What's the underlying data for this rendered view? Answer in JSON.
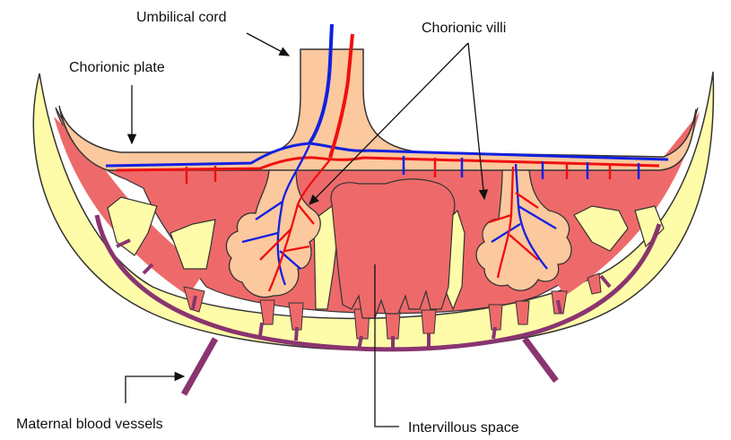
{
  "labels": {
    "umbilical_cord": "Umbilical cord",
    "chorionic_plate": "Chorionic plate",
    "chorionic_villi": "Chorionic villi",
    "maternal_blood_vessels": "Maternal blood vessels",
    "intervillous_space": "Intervillous space"
  },
  "colors": {
    "decidua_yellow": "#FEFCA8",
    "intervillous_red": "#EE6A6A",
    "fetal_tissue_peach": "#FCC89E",
    "vein_blue": "#1020E0",
    "artery_red": "#EE1010",
    "maternal_vessel_purple": "#8A3470",
    "outline": "#333333"
  }
}
